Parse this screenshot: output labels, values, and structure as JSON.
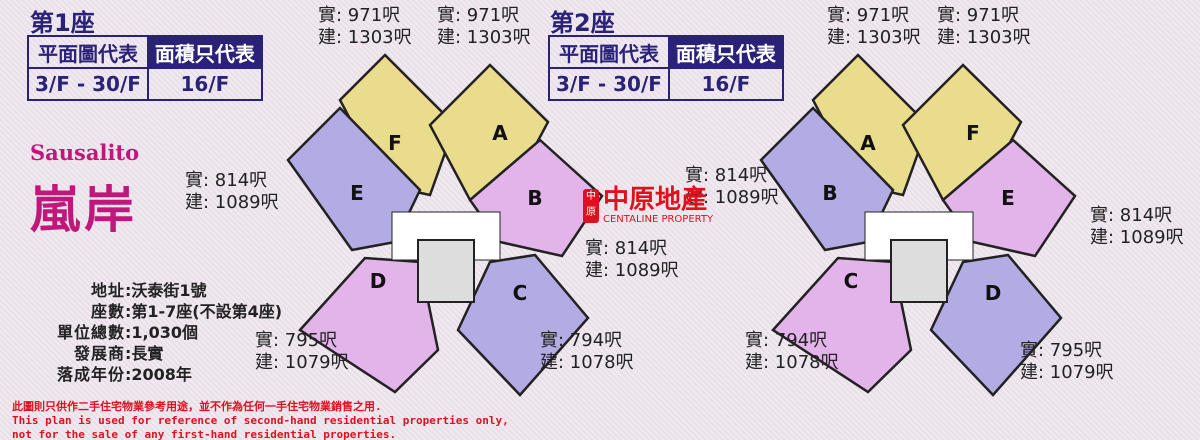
{
  "towers": [
    {
      "title": "第1座",
      "plan_label": "平面圖代表",
      "area_label": "面積只代表",
      "plan_floors": "3/F - 30/F",
      "area_floor": "16/F",
      "units": [
        "F",
        "A",
        "E",
        "B",
        "D",
        "C"
      ],
      "areas": [
        {
          "saleable": "實: 971呎",
          "gross": "建: 1303呎"
        },
        {
          "saleable": "實: 971呎",
          "gross": "建: 1303呎"
        },
        {
          "saleable": "實: 814呎",
          "gross": "建: 1089呎"
        },
        {
          "saleable": "實: 814呎",
          "gross": "建: 1089呎"
        },
        {
          "saleable": "實: 795呎",
          "gross": "建: 1079呎"
        },
        {
          "saleable": "實: 794呎",
          "gross": "建: 1078呎"
        }
      ]
    },
    {
      "title": "第2座",
      "plan_label": "平面圖代表",
      "area_label": "面積只代表",
      "plan_floors": "3/F - 30/F",
      "area_floor": "16/F",
      "units": [
        "A",
        "F",
        "B",
        "E",
        "C",
        "D"
      ],
      "areas": [
        {
          "saleable": "實: 971呎",
          "gross": "建: 1303呎"
        },
        {
          "saleable": "實: 971呎",
          "gross": "建: 1303呎"
        },
        {
          "saleable": "實: 814呎",
          "gross": "建: 1089呎"
        },
        {
          "saleable": "實: 814呎",
          "gross": "建: 1089呎"
        },
        {
          "saleable": "實: 794呎",
          "gross": "建: 1078呎"
        },
        {
          "saleable": "實: 795呎",
          "gross": "建: 1079呎"
        }
      ]
    }
  ],
  "estate": {
    "name_en": "Sausalito",
    "name_zh": "嵐岸"
  },
  "info": [
    {
      "k": "地址",
      "v": ":沃泰街1號"
    },
    {
      "k": "座數",
      "v": ":第1-7座(不設第4座)"
    },
    {
      "k": "單位總數",
      "v": ":1,030個"
    },
    {
      "k": "發展商",
      "v": ":長實"
    },
    {
      "k": "落成年份",
      "v": ":2008年"
    }
  ],
  "logo": {
    "zh": "中原地產",
    "en": "CENTALINE PROPERTY",
    "mark": "中原"
  },
  "disclaimer": {
    "zh": "此圖則只供作二手住宅物業參考用途，並不作為任何一手住宅物業銷售之用.",
    "en1": "This plan is used for reference of second-hand residential properties only,",
    "en2": " not for the sale of any first-hand residential properties."
  },
  "colors": {
    "yellow": "#e9dc8c",
    "purple": "#b3abe4",
    "pink": "#e2b4ea",
    "navy": "#2a2278",
    "brand": "#c0187a",
    "red": "#e0101e"
  }
}
